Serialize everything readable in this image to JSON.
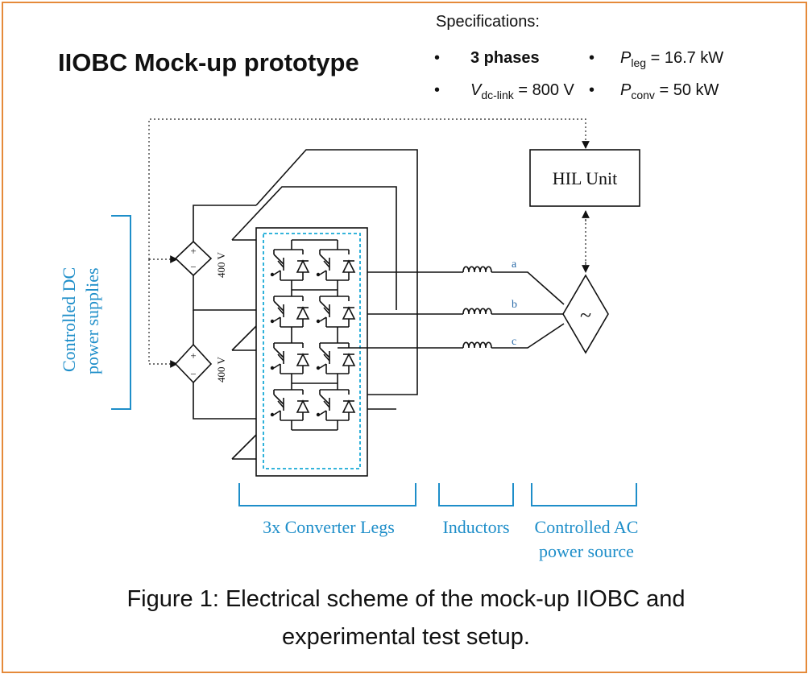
{
  "title": "IIOBC Mock-up prototype",
  "specs": {
    "heading": "Specifications:",
    "bullet": "•",
    "phases": "3 phases",
    "vdc_sym": "V",
    "vdc_sub": "dc-link",
    "vdc_val": " = 800 V",
    "pleg_sym": "P",
    "pleg_sub": "leg",
    "pleg_val": " = 16.7 kW",
    "pconv_sym": "P",
    "pconv_sub": "conv",
    "pconv_val": " = 50 kW"
  },
  "diagram": {
    "hil_unit": "HIL Unit",
    "supply_voltage_top": "400 V",
    "supply_voltage_bottom": "400 V",
    "plus": "+",
    "minus": "−",
    "ac_symbol": "~",
    "phase_a": "a",
    "phase_b": "b",
    "phase_c": "c",
    "dc_label_line1": "Controlled DC",
    "dc_label_line2": "power supplies",
    "legs_label": "3x Converter Legs",
    "inductors_label": "Inductors",
    "ac_label_line1": "Controlled AC",
    "ac_label_line2": "power source"
  },
  "caption": {
    "line1": "Figure 1: Electrical scheme of the mock-up IIOBC and",
    "line2": "experimental test setup."
  },
  "colors": {
    "frame": "#e58a3a",
    "label_blue": "#1e8ec9",
    "module_dashed": "#17a9d6"
  }
}
